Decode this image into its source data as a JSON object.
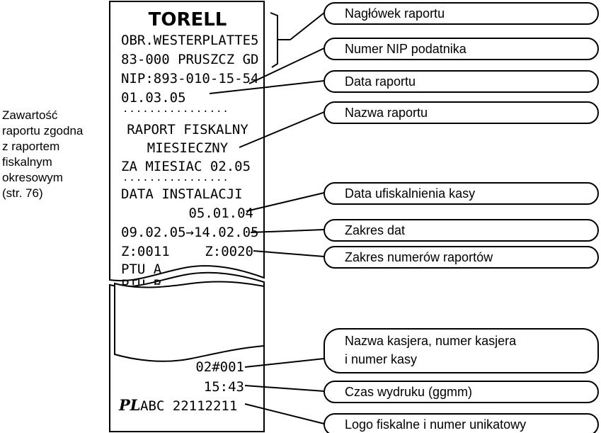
{
  "receipt": {
    "header": "TORELL",
    "lines": {
      "addr1": "OBR.WESTERPLATTE5",
      "addr2": "83-000 PRUSZCZ GD",
      "nip": "NIP:893-010-15-54",
      "date": "01.03.05",
      "title1": "RAPORT FISKALNY",
      "title2": "MIESIECZNY",
      "period": "ZA MIESIAC  02.05",
      "install_label": "DATA INSTALACJI",
      "install_date": "05.01.04",
      "date_range": "09.02.05→14.02.05",
      "z_from": "Z:0011",
      "z_to": "Z:0020",
      "ptu_a": "PTU A",
      "ptu_b": "PTU B",
      "cashier": "02#001",
      "time": "15:43",
      "fiscal_logo": "PL",
      "unique": "ABC  22112211"
    },
    "dots": "················"
  },
  "side_note": [
    "Zawartość",
    "raportu zgodna",
    "z raportem",
    "fiskalnym",
    "okresowym",
    "(str. 76)"
  ],
  "callouts": {
    "header": "Nagłówek raportu",
    "nip": "Numer NIP podatnika",
    "date": "Data raportu",
    "name": "Nazwa raportu",
    "fiscalization": "Data ufiskalnienia kasy",
    "range": "Zakres dat",
    "reports": "Zakres numerów raportów",
    "cashier_1": "Nazwa kasjera, numer kasjera",
    "cashier_2": "i numer kasy",
    "print_time": "Czas wydruku (ggmm)",
    "logo": "Logo fiskalne i numer unikatowy"
  }
}
